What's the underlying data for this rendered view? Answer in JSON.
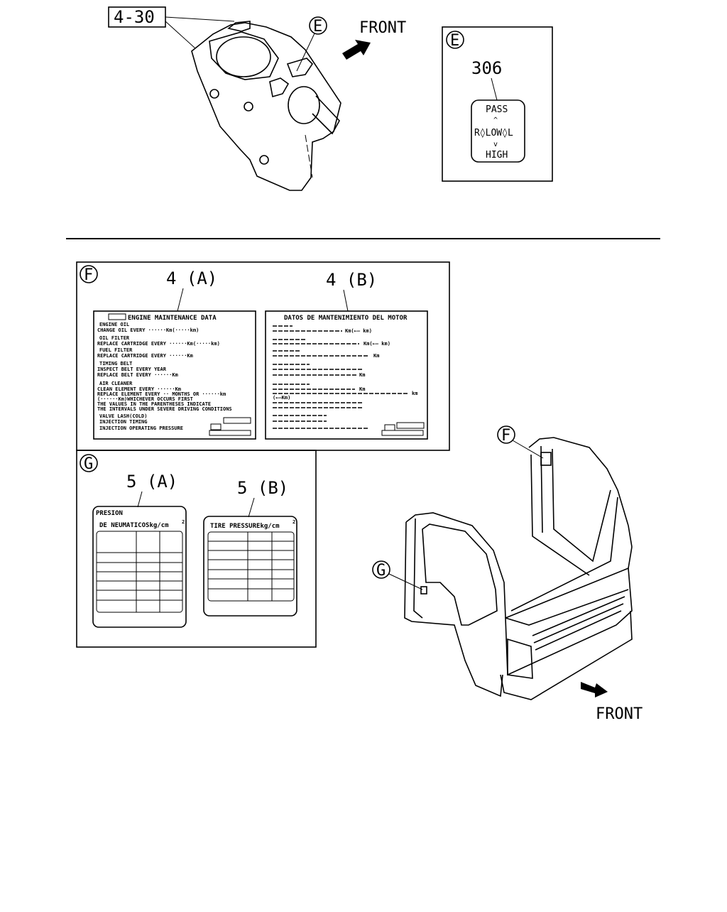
{
  "top": {
    "ref_4_30": "4-30",
    "callout_e": "E",
    "front_top": "FRONT"
  },
  "detail_e": {
    "circle": "E",
    "part_no": "306",
    "switch_pass": "PASS",
    "switch_mid": "R◊LOW◊L",
    "switch_high": "HIGH"
  },
  "detail_f": {
    "circle": "F",
    "label_a": "4 (A)",
    "label_b": "4 (B)",
    "card_a_title": "ENGINE MAINTENANCE DATA",
    "card_a_lines": [
      "ENGINE OIL",
      "CHANGE OIL EVERY ······Km(·····km)",
      "OIL FILTER",
      "REPLACE CARTRIDGE EVERY ······Km(·····km)",
      "FUEL FILTER",
      "REPLACE CARTRIDGE EVERY ······Km",
      "TIMING BELT",
      "INSPECT BELT EVERY YEAR",
      "REPLACE BELT EVERY ······Km",
      "AIR CLEANER",
      "CLEAN ELEMENT EVERY ······Km",
      "REPLACE ELEMENT EVERY ·· MONTHS OR ······km",
      "(······Km)WHICHEVER OCCURS FIRST",
      "THE VALUES IN THE PARENTHESES INDICATE",
      "THE INTERVALS UNDER SEVERE DRIVING CONDITIONS",
      "VALVE LASH(COLD)",
      "INJECTION TIMING",
      "INJECTION OPERATING PRESSURE"
    ],
    "card_b_title": "DATOS DE MANTENIMIENTO DEL MOTOR",
    "card_b_units": [
      "Km(←— km)",
      "Km(←— km)",
      "Km",
      "Km",
      "Km",
      "km",
      "(←—Km)"
    ]
  },
  "detail_g": {
    "circle": "G",
    "label_a": "5 (A)",
    "label_b": "5 (B)",
    "card_a_line1": "PRESION",
    "card_a_line2": "DE NEUMATICOSkg/cm",
    "card_b_line1": "TIRE PRESSUREkg/cm",
    "superscript": "2"
  },
  "cab": {
    "callout_f": "F",
    "callout_g": "G",
    "front_bottom": "FRONT"
  }
}
